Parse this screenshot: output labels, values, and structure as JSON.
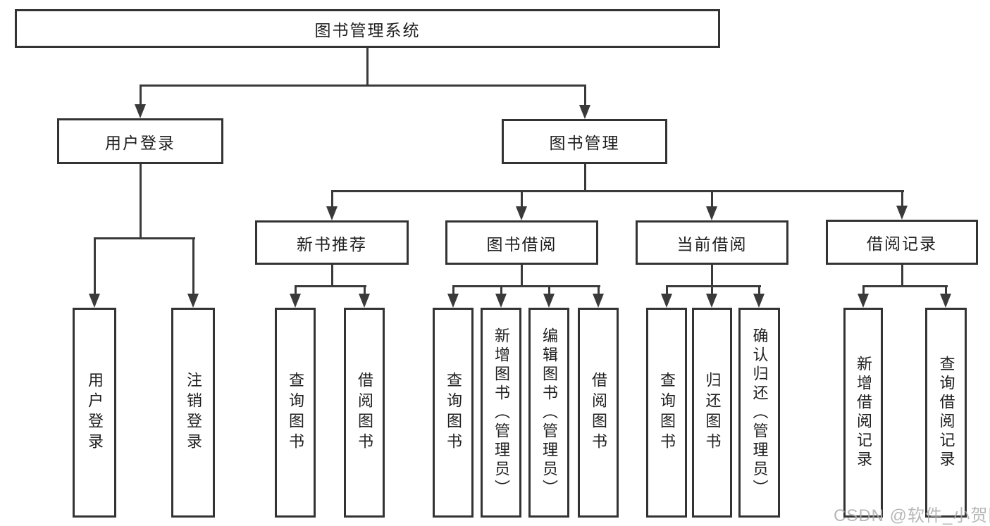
{
  "tree": {
    "root": {
      "label": "图书管理系统"
    },
    "branches": [
      {
        "label": "用户登录",
        "children": [
          {
            "label": "用户登录"
          },
          {
            "label": "注销登录"
          }
        ]
      },
      {
        "label": "图书管理",
        "children": [
          {
            "label": "新书推荐",
            "children": [
              {
                "label": "查询图书"
              },
              {
                "label": "借阅图书"
              }
            ]
          },
          {
            "label": "图书借阅",
            "children": [
              {
                "label": "查询图书"
              },
              {
                "label": "新增图书（管理员）"
              },
              {
                "label": "编辑图书（管理员）"
              },
              {
                "label": "借阅图书"
              }
            ]
          },
          {
            "label": "当前借阅",
            "children": [
              {
                "label": "查询图书"
              },
              {
                "label": "归还图书"
              },
              {
                "label": "确认归还（管理员）"
              }
            ]
          },
          {
            "label": "借阅记录",
            "children": [
              {
                "label": "新增借阅记录"
              },
              {
                "label": "查询借阅记录"
              }
            ]
          }
        ]
      }
    ]
  },
  "watermark": "CSDN @软件_小贺同学",
  "colors": {
    "line": "#3a3a3a",
    "box_border": "#333333",
    "text": "#1f1f1f",
    "watermark": "#aaaaaa",
    "background": "#ffffff"
  }
}
